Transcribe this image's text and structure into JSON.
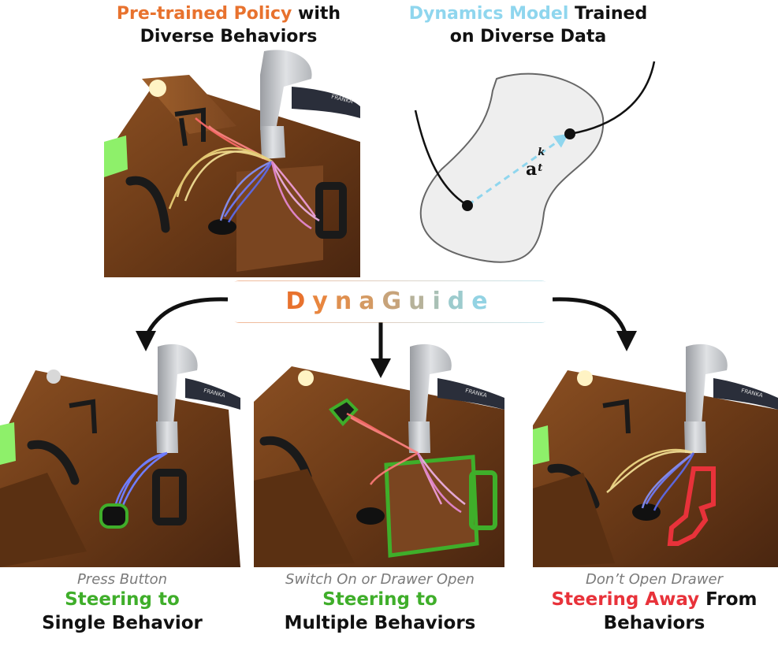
{
  "top_left_title": {
    "part1": "Pre-trained Policy",
    "part2": " with",
    "line2": "Diverse Behaviors"
  },
  "top_right_title": {
    "part1": "Dynamics Model",
    "part2": " Trained",
    "line2": "on Diverse Data"
  },
  "latent_label": {
    "base": "a",
    "sup": "k",
    "sub": "t"
  },
  "brand": "DynaGuide",
  "brand_colors": [
    "#e8722e",
    "#e8863f",
    "#df9050",
    "#d49a63",
    "#c7a37a",
    "#b6b29a",
    "#a9c0b5",
    "#9ccbcd",
    "#93d3e3"
  ],
  "panels": [
    {
      "caption": "Press Button",
      "line1_colored": "Steering to",
      "line1_rest": "",
      "line2": "Single Behavior"
    },
    {
      "caption": "Switch On or Drawer Open",
      "line1_colored": "Steering to",
      "line1_rest": "",
      "line2": "Multiple Behaviors"
    },
    {
      "caption": "Don’t Open Drawer",
      "line1_colored": "Steering Away",
      "line1_rest": " From",
      "line2": "Behaviors"
    }
  ],
  "robot_brand": "FRANKA",
  "colors": {
    "orange": "#e8722e",
    "cyan": "#8fd6ee",
    "green": "#3fae2a",
    "red": "#e8323a"
  }
}
